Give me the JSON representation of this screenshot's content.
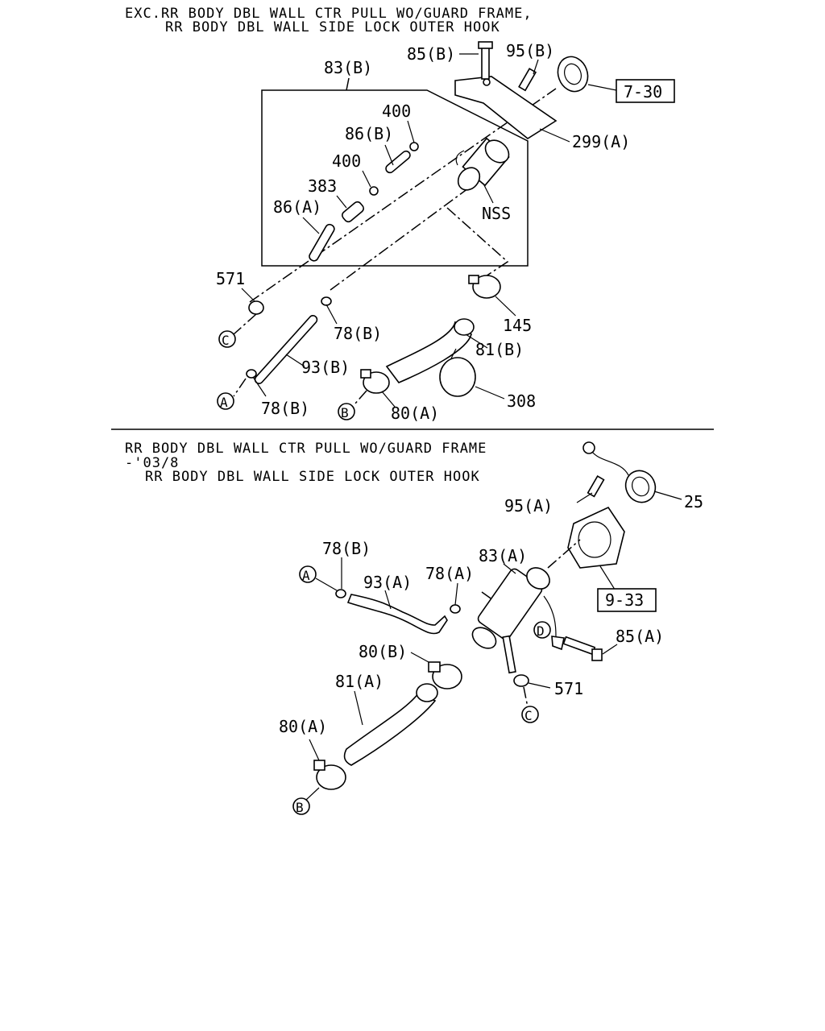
{
  "top_section": {
    "header_line1": "EXC.RR BODY DBL WALL CTR PULL WO/GUARD FRAME,",
    "header_line2": "RR BODY DBL WALL SIDE LOCK OUTER HOOK",
    "labels": {
      "p83b": "83(B)",
      "p85b": "85(B)",
      "p95b": "95(B)",
      "ref730": "7-30",
      "p299a": "299(A)",
      "p400a": "400",
      "p86b": "86(B)",
      "p400b": "400",
      "p383": "383",
      "p86a": "86(A)",
      "nss": "NSS",
      "p571": "571",
      "p145": "145",
      "p78b_1": "78(B)",
      "p81b": "81(B)",
      "p93b": "93(B)",
      "p308": "308",
      "p78b_2": "78(B)",
      "p80a": "80(A)",
      "markA": "A",
      "markB": "B",
      "markC": "C"
    }
  },
  "bottom_section": {
    "header_line1": "RR BODY DBL WALL CTR PULL WO/GUARD FRAME",
    "header_line2": "-'03/8",
    "header_line3": "RR BODY DBL WALL SIDE LOCK OUTER HOOK",
    "labels": {
      "p25": "25",
      "p95a": "95(A)",
      "ref933": "9-33",
      "p78b": "78(B)",
      "p83a": "83(A)",
      "p93a": "93(A)",
      "p78a": "78(A)",
      "p80b": "80(B)",
      "p85a": "85(A)",
      "p81a": "81(A)",
      "p571": "571",
      "p80a": "80(A)",
      "markA": "A",
      "markB": "B",
      "markC": "C",
      "markD": "D"
    }
  }
}
